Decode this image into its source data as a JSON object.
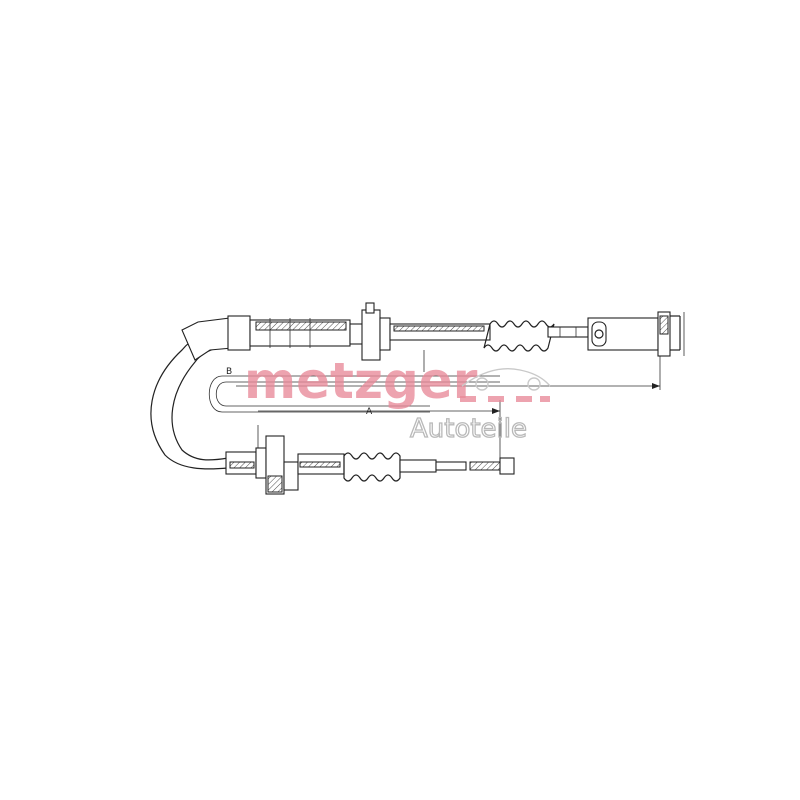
{
  "labels": {
    "dimension_a": "A",
    "dimension_b": "B"
  },
  "watermark": {
    "brand": "metzger",
    "tagline": "Autoteile",
    "brand_color": "#e88a99",
    "tagline_color": "#b9b9b9"
  }
}
